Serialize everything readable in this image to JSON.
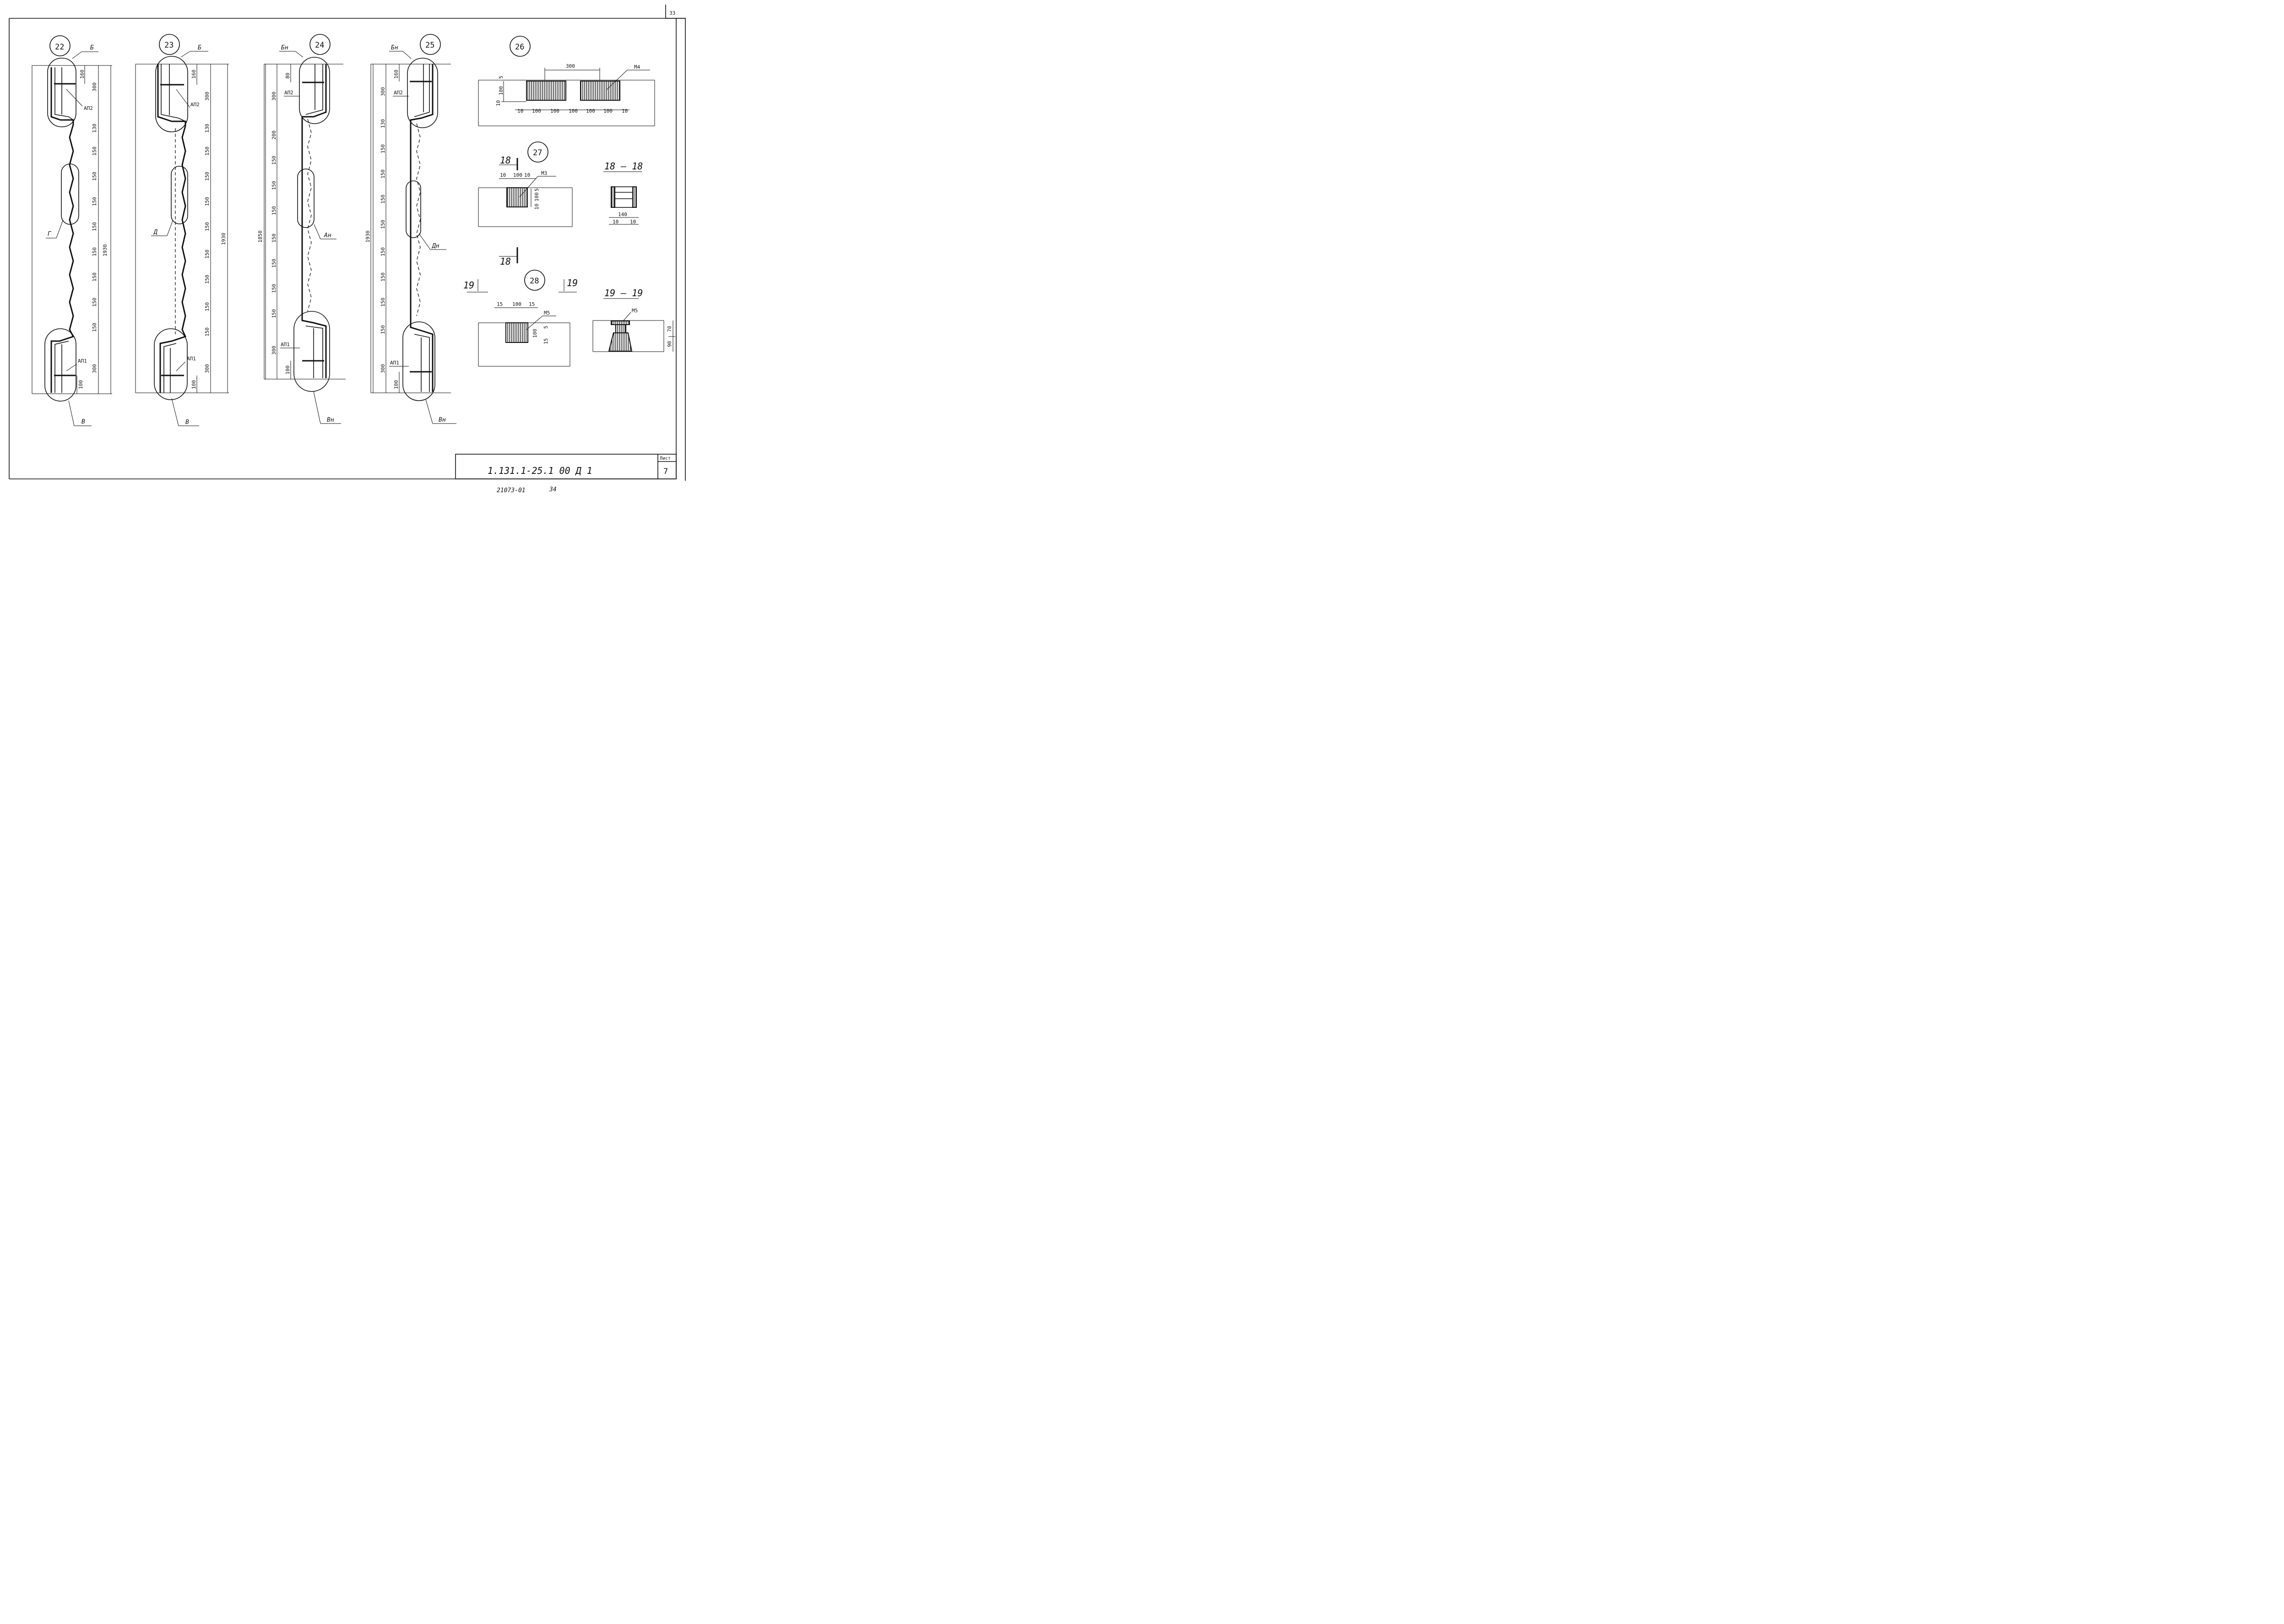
{
  "sheet_corner": "33",
  "title_block": {
    "code": "1.131.1-25.1 00 Д 1",
    "sheet_label": "Лист",
    "sheet_number": "7"
  },
  "bottom_note": {
    "archive_code": "21073-01",
    "page": "34"
  },
  "nodes": {
    "n22": {
      "number": "22",
      "labels": {
        "top": "Б",
        "bottom": "В",
        "middle": "Г",
        "anchor_top": "АП2",
        "anchor_bottom": "АП1"
      },
      "dims": [
        "160",
        "300",
        "130",
        "150",
        "150",
        "150",
        "150",
        "150",
        "150",
        "150",
        "150",
        "300",
        "100"
      ],
      "overall": "1930"
    },
    "n23": {
      "number": "23",
      "labels": {
        "top": "Б",
        "bottom": "В",
        "middle": "Д",
        "anchor_top": "АП2",
        "anchor_bottom": "АП1"
      },
      "dims": [
        "160",
        "300",
        "130",
        "150",
        "150",
        "150",
        "150",
        "150",
        "150",
        "150",
        "150",
        "300",
        "100"
      ],
      "overall": "1930"
    },
    "n24": {
      "number": "24",
      "labels": {
        "top": "Бн",
        "bottom": "Вн",
        "middle": "Ан",
        "anchor_top": "АП2",
        "anchor_bottom": "АП1"
      },
      "dims": [
        "80",
        "300",
        "200",
        "150",
        "150",
        "150",
        "150",
        "150",
        "150",
        "150",
        "300",
        "100"
      ],
      "overall": "1850"
    },
    "n25": {
      "number": "25",
      "labels": {
        "top": "Бн",
        "bottom": "Вн",
        "middle": "Дн",
        "anchor_top": "АП2",
        "anchor_bottom": "АП1"
      },
      "dims": [
        "160",
        "300",
        "130",
        "150",
        "150",
        "150",
        "150",
        "150",
        "150",
        "150",
        "150",
        "300",
        "100"
      ],
      "overall": "1930"
    },
    "n26": {
      "number": "26",
      "part": "М4",
      "top_dim": "300",
      "v_dims": [
        "5",
        "100",
        "10"
      ],
      "h_dims": [
        "10",
        "100",
        "100",
        "100",
        "100",
        "100",
        "10"
      ]
    },
    "n27": {
      "number": "27",
      "part": "М3",
      "section_mark": "18",
      "top_dims": [
        "10",
        "100",
        "10"
      ],
      "v_dims": [
        "5",
        "100",
        "10"
      ]
    },
    "s18": {
      "title": "18 — 18",
      "dims": [
        "140",
        "10",
        "10"
      ]
    },
    "n28": {
      "number": "28",
      "part": "М5",
      "section_mark": "19",
      "top_dims": [
        "15",
        "100",
        "15"
      ],
      "v_dims": [
        "5",
        "100",
        "15"
      ]
    },
    "s19": {
      "title": "19 — 19",
      "part": "М5",
      "dims": [
        "70",
        "90"
      ]
    }
  }
}
